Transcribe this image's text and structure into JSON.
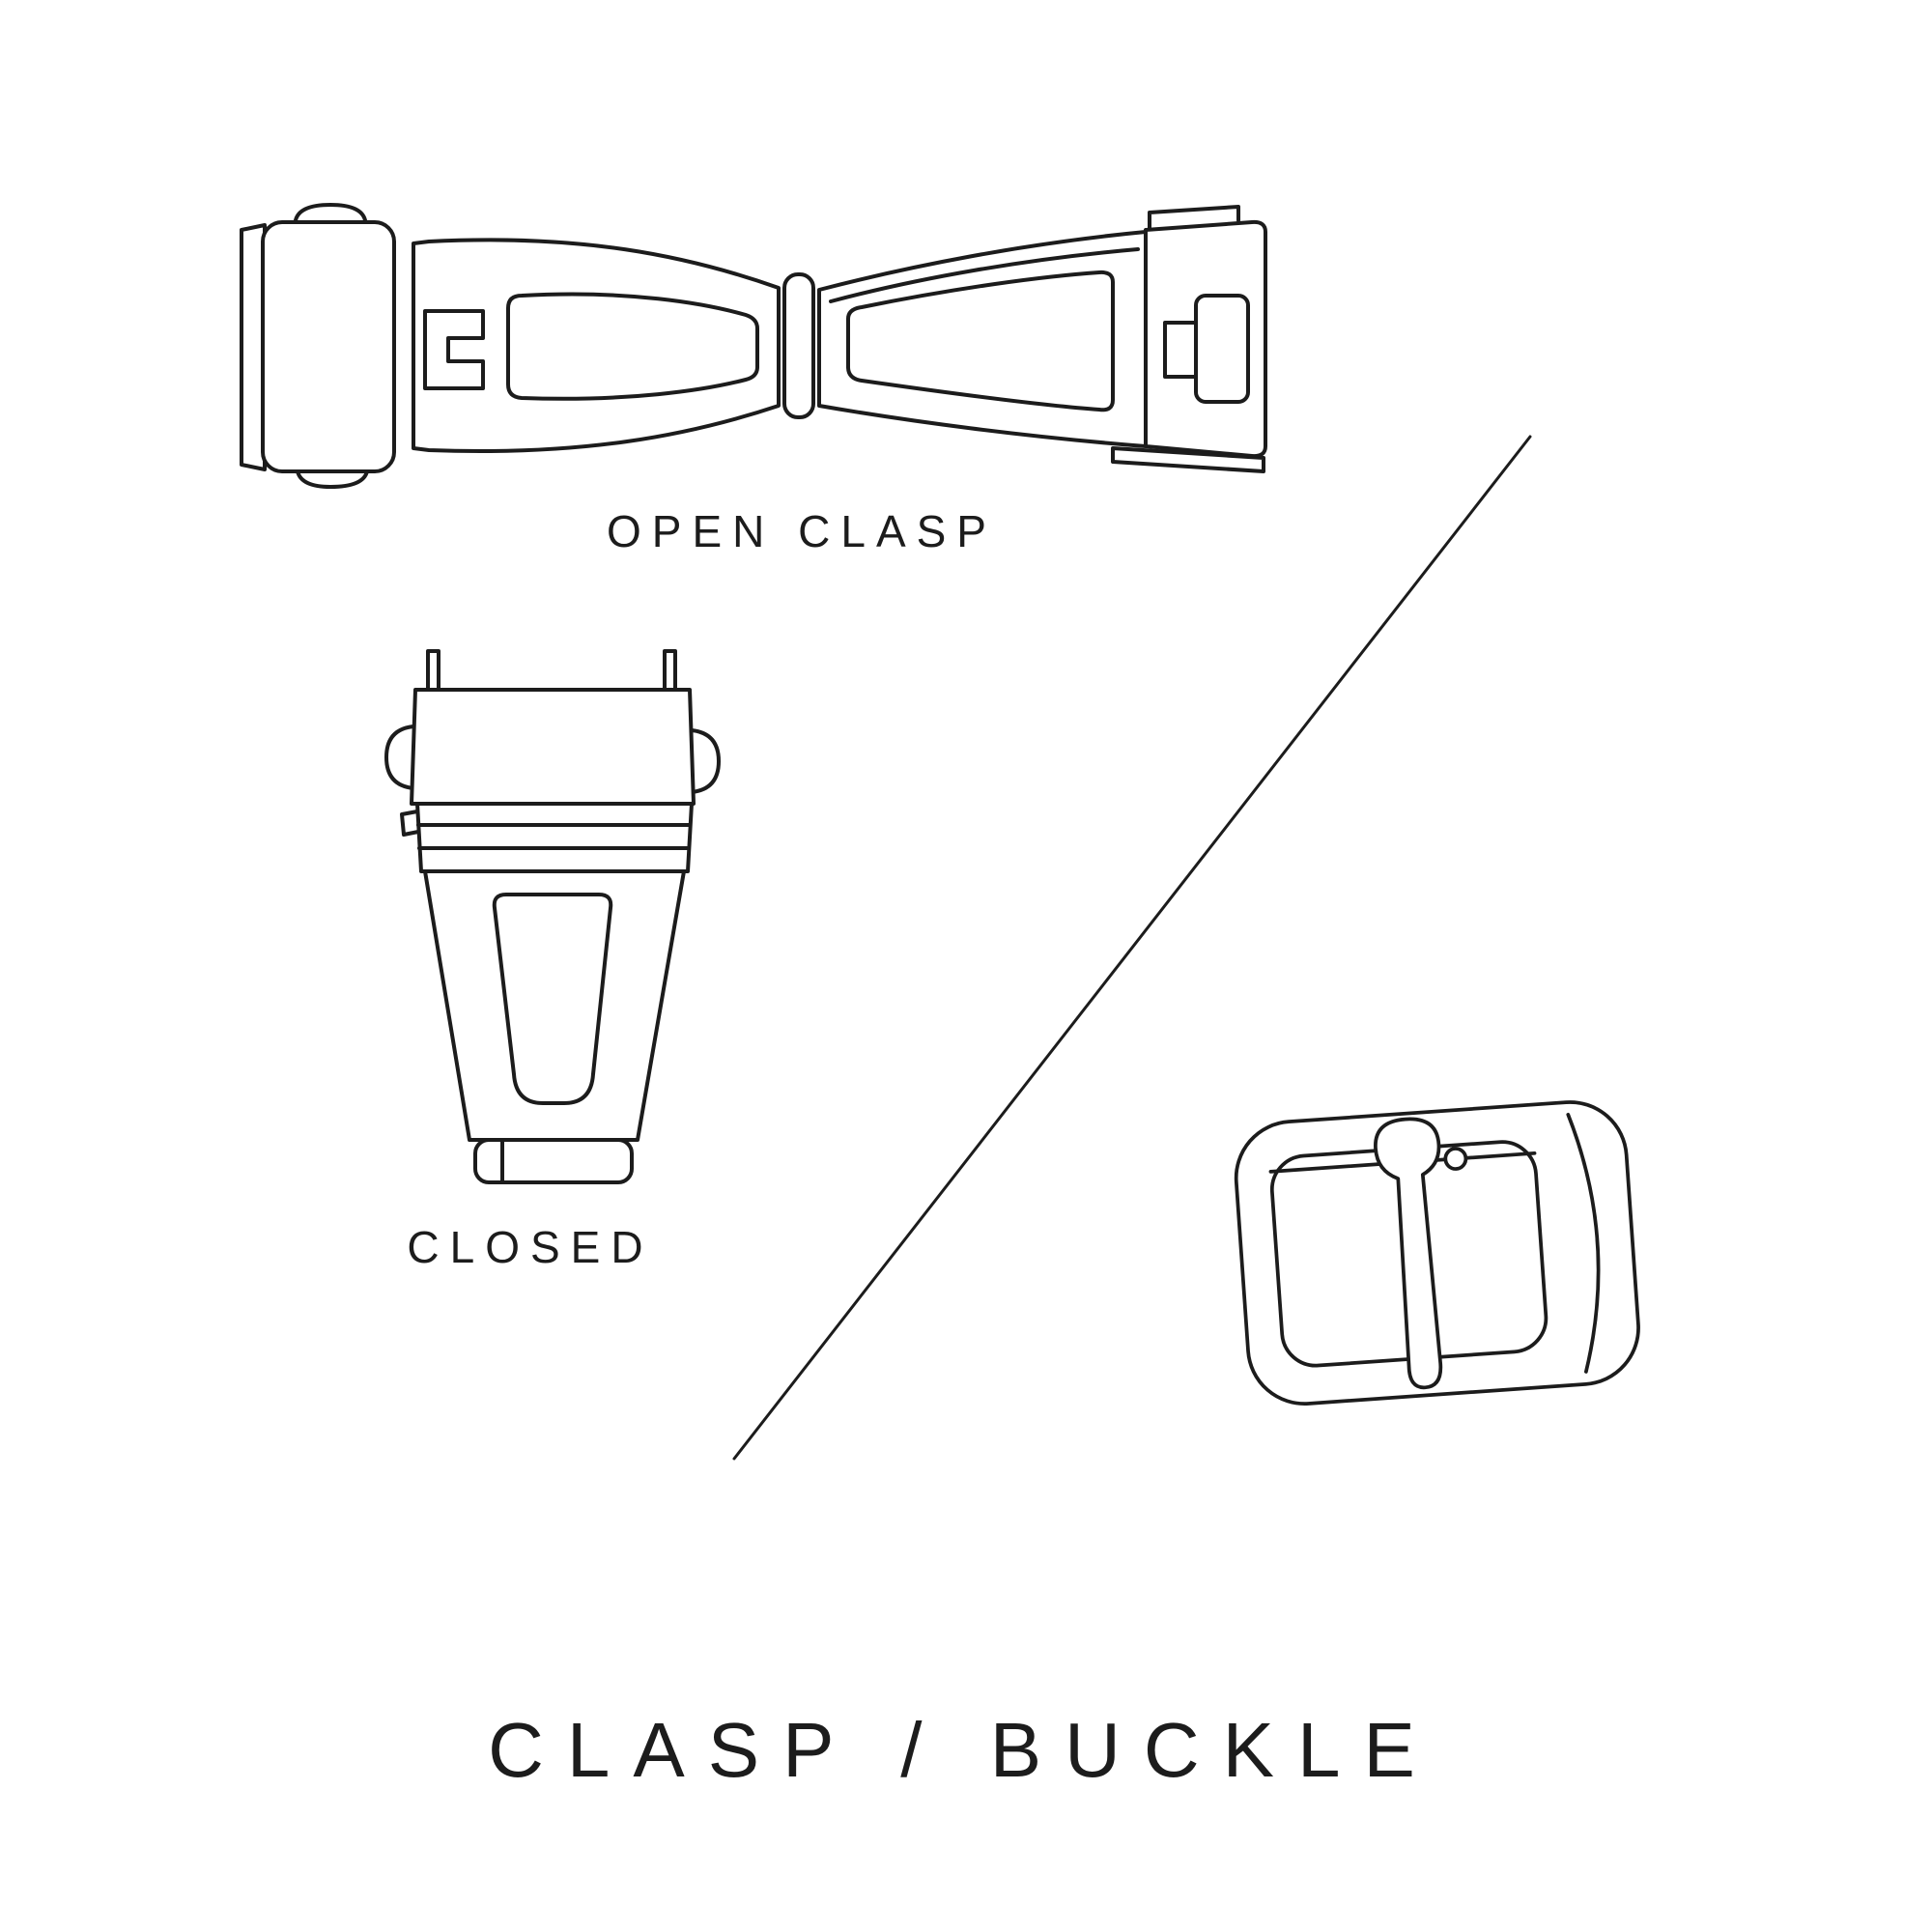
{
  "page": {
    "background": "#ffffff",
    "ink": "#1c1c1c",
    "title": "CLASP / BUCKLE"
  },
  "illustrations": {
    "open_clasp": {
      "label": "OPEN CLASP"
    },
    "closed_clasp": {
      "label": "CLOSED"
    },
    "buckle": {
      "label": ""
    }
  }
}
